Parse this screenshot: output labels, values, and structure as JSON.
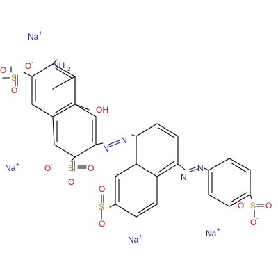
{
  "colors": {
    "bond": "#000000",
    "oxygen": "#d11a1a",
    "nitrogen": "#1f1f8f",
    "sulfur": "#b8860b",
    "sodium": "#1f1f8f",
    "background": "#ffffff"
  },
  "labels": {
    "na": "Na",
    "plus": "+",
    "minus": "-",
    "o_minus": "O",
    "o": "O",
    "s": "S",
    "oh": "OH",
    "nh2": "NH",
    "nh2_sub": "2",
    "n": "N"
  }
}
